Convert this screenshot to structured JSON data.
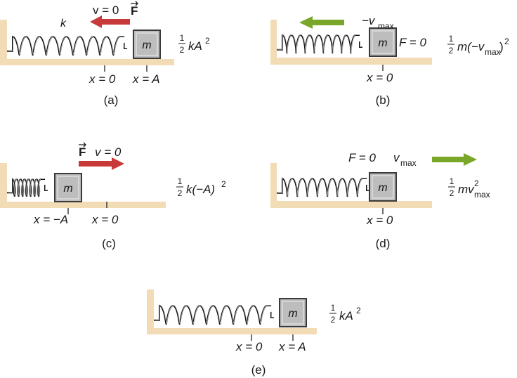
{
  "panels": {
    "a": {
      "label": "(a)",
      "spring_label": "k",
      "velocity": "v = 0",
      "force_symbol": "F",
      "x_positions": [
        "x = 0",
        "x = A"
      ],
      "energy": {
        "frac_num": "1",
        "frac_den": "2",
        "expr_k": "kA",
        "sup": "2"
      },
      "arrow_color": "#c8393a"
    },
    "b": {
      "label": "(b)",
      "velocity": "−v",
      "velocity_sub": "max",
      "force": "F = 0",
      "x_positions": [
        "x = 0"
      ],
      "energy": {
        "frac_num": "1",
        "frac_den": "2",
        "expr_m": "m(−v",
        "sub": "max",
        "close": ")",
        "sup": "2"
      },
      "arrow_color": "#7aa62a"
    },
    "c": {
      "label": "(c)",
      "force_symbol": "F",
      "velocity": "v = 0",
      "x_positions": [
        "x = −A",
        "x = 0"
      ],
      "energy": {
        "frac_num": "1",
        "frac_den": "2",
        "expr": "k(−A)",
        "sup": "2"
      },
      "arrow_color": "#c8393a"
    },
    "d": {
      "label": "(d)",
      "force": "F = 0",
      "velocity": "v",
      "velocity_sub": "max",
      "x_positions": [
        "x = 0"
      ],
      "energy": {
        "frac_num": "1",
        "frac_den": "2",
        "expr": "mv",
        "sup": "2",
        "sub": "max"
      },
      "arrow_color": "#7aa62a"
    },
    "e": {
      "label": "(e)",
      "x_positions": [
        "x = 0",
        "x = A"
      ],
      "energy": {
        "frac_num": "1",
        "frac_den": "2",
        "expr_k": "kA",
        "sup": "2"
      }
    }
  },
  "mass_label": "m"
}
